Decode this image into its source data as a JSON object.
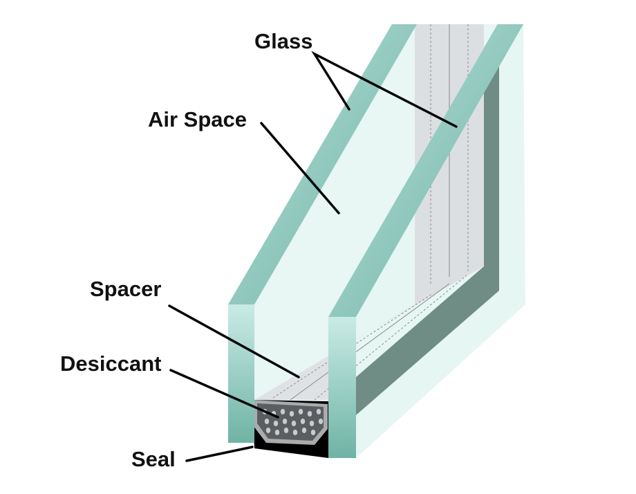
{
  "title": "Double-glazed window cross-section",
  "labels": {
    "glass": "Glass",
    "air_space": "Air Space",
    "spacer": "Spacer",
    "desiccant": "Desiccant",
    "seal": "Seal"
  },
  "colors": {
    "glass_edge": "#7fc1b4",
    "glass_face": "#a8d8cf",
    "air": "#e8f6f4",
    "spacer": "#dcdfe2",
    "frame": "#6f8c85",
    "desiccant": "#5b5e61",
    "seal": "#000000"
  }
}
